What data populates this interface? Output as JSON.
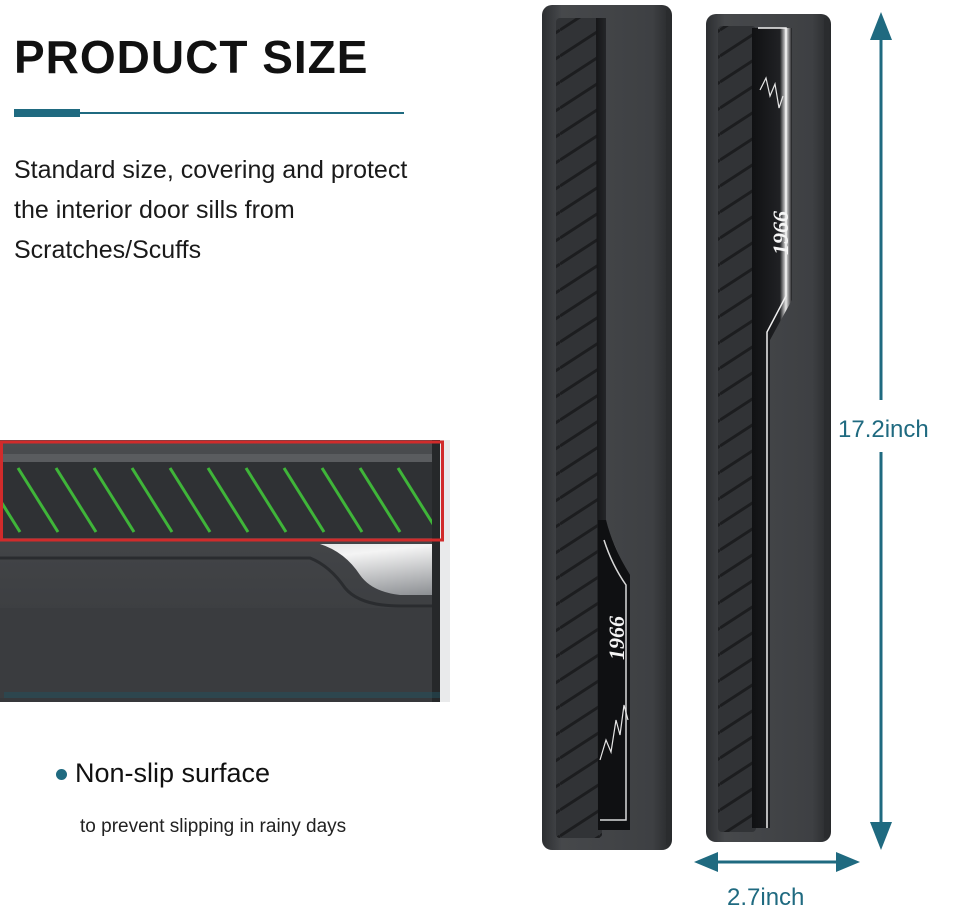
{
  "header": {
    "title": "PRODUCT SIZE"
  },
  "description": {
    "line1": "Standard size, covering and protect",
    "line2": "the interior door sills from",
    "line3": "Scratches/Scuffs"
  },
  "feature": {
    "title": "Non-slip surface",
    "subtitle": "to prevent slipping in rainy days"
  },
  "dimensions": {
    "height": "17.2inch",
    "width": "2.7inch"
  },
  "product": {
    "emblem_text": "1966"
  },
  "colors": {
    "accent": "#1f6a80",
    "highlight_border": "#d12b2b",
    "stripe_highlight": "#3fb539",
    "sill_body": "#3e4043",
    "sill_dark": "#2c2e31"
  },
  "icons": {
    "bullet": "bullet-dot-icon",
    "height_arrow": "vertical-double-arrow-icon",
    "width_arrow": "horizontal-double-arrow-icon"
  }
}
